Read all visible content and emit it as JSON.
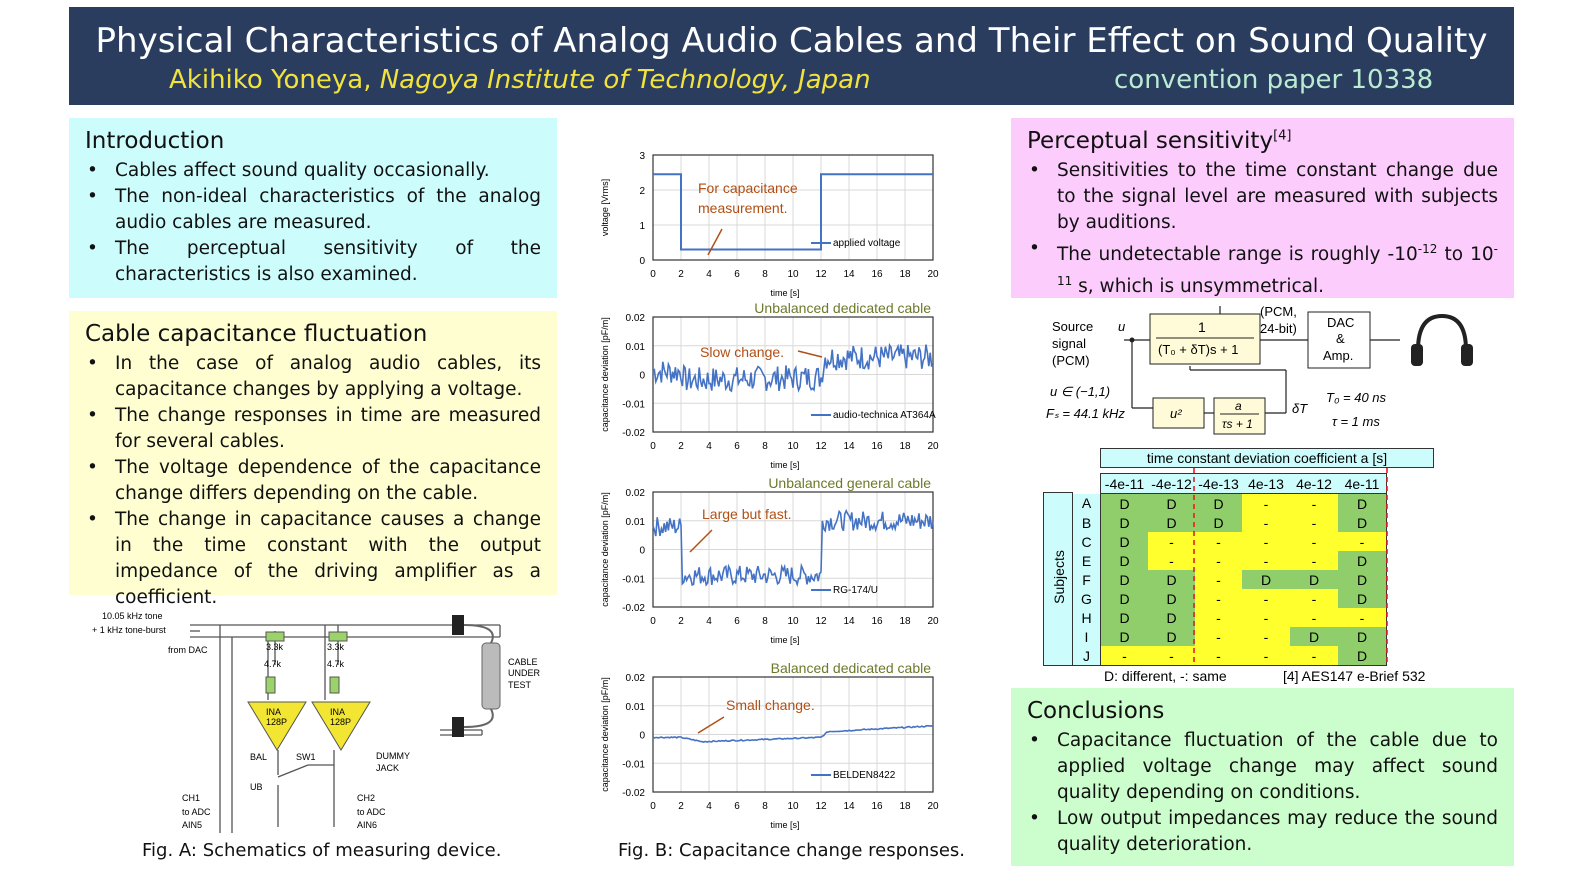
{
  "header": {
    "title": "Physical Characteristics of Analog Audio Cables and Their Effect on Sound Quality",
    "author_name": "Akihiko Yoneya, ",
    "affiliation": "Nagoya Institute of Technology, Japan",
    "paper_number": "convention paper 10338"
  },
  "intro": {
    "heading": "Introduction",
    "bullets": [
      "Cables affect sound quality occasionally.",
      "The non-ideal characteristics of the analog audio cables are measured.",
      "The perceptual sensitivity of the characteristics is also examined."
    ]
  },
  "capacitance": {
    "heading": "Cable capacitance fluctuation",
    "bullets": [
      "In the case of analog audio cables, its capacitance changes by applying a voltage.",
      "The change responses in time are measured for several cables.",
      "The voltage dependence of the capacitance change differs depending on the cable.",
      "The change in capacitance causes a change in the time constant with the output impedance of the driving amplifier as a coefficient."
    ]
  },
  "perceptual": {
    "heading": "Perceptual sensitivity",
    "heading_ref": "[4]",
    "bullet1": "Sensitivities to the time constant change due to the signal level are measured with subjects by auditions.",
    "bullet2_prefix": "The undetectable range is roughly -10",
    "bullet2_exp1": "-12",
    "bullet2_mid": " to 10",
    "bullet2_exp2": "-11",
    "bullet2_suffix": " s, which is unsymmetrical."
  },
  "conclusions": {
    "heading": "Conclusions",
    "bullets": [
      "Capacitance fluctuation of the cable due to applied voltage change may affect sound quality depending on conditions.",
      "Low output impedances may reduce the sound quality deterioration."
    ]
  },
  "fig_a": {
    "caption": "Fig. A:  Schematics of measuring device.",
    "tone_line1": "10.05 kHz tone",
    "tone_line2": "+ 1 kHz tone-burst",
    "from_dac": "from DAC",
    "r1": "3.3k",
    "r2": "4.7k",
    "amp": "INA",
    "amp2": "128P",
    "bal": "BAL",
    "sw1": "SW1",
    "ub": "UB",
    "ch1_1": "CH1",
    "ch1_2": "to ADC",
    "ch1_3": "AIN5",
    "ch2_1": "CH2",
    "ch2_2": "to ADC",
    "ch2_3": "AIN6",
    "cut_1": "CABLE",
    "cut_2": "UNDER",
    "cut_3": "TEST",
    "dummy_1": "DUMMY",
    "dummy_2": "JACK"
  },
  "fig_b": {
    "caption": "Fig. B:  Capacitance change responses."
  },
  "chart_data": [
    {
      "type": "line",
      "title": "",
      "xlabel": "time [s]",
      "ylabel": "voltage [Vrms]",
      "xlim": [
        0,
        20
      ],
      "ylim": [
        0,
        3
      ],
      "xticks": [
        "0",
        "2",
        "4",
        "6",
        "8",
        "10",
        "12",
        "14",
        "16",
        "18",
        "20"
      ],
      "yticks": [
        "0",
        "1",
        "2",
        "3"
      ],
      "series": [
        {
          "name": "applied voltage",
          "x": [
            0,
            2,
            2,
            12,
            12,
            20
          ],
          "y": [
            2.45,
            2.45,
            0.3,
            0.3,
            2.45,
            2.45
          ]
        }
      ],
      "annotation": "For capacitance\nmeasurement.",
      "color": "#4472c4"
    },
    {
      "type": "line",
      "title": "Unbalanced dedicated cable",
      "xlabel": "time [s]",
      "ylabel": "capacitance deviation [pF/m]",
      "xlim": [
        0,
        20
      ],
      "ylim": [
        -0.02,
        0.02
      ],
      "xticks": [
        "0",
        "2",
        "4",
        "6",
        "8",
        "10",
        "12",
        "14",
        "16",
        "18",
        "20"
      ],
      "yticks": [
        "0.02",
        "0.01",
        "0",
        "-0.01",
        "-0.02"
      ],
      "series": [
        {
          "name": "audio-technica AT364A",
          "x": [
            0,
            2,
            2.3,
            12,
            12.3,
            20
          ],
          "y": [
            0.001,
            0.001,
            -0.002,
            -0.001,
            0.006,
            0.006
          ]
        }
      ],
      "annotation": "Slow change.",
      "color": "#4472c4"
    },
    {
      "type": "line",
      "title": "Unbalanced general cable",
      "xlabel": "time [s]",
      "ylabel": "capacitance deviation [pF/m]",
      "xlim": [
        0,
        20
      ],
      "ylim": [
        -0.02,
        0.02
      ],
      "xticks": [
        "0",
        "2",
        "4",
        "6",
        "8",
        "10",
        "12",
        "14",
        "16",
        "18",
        "20"
      ],
      "yticks": [
        "0.02",
        "0.01",
        "0",
        "-0.01",
        "-0.02"
      ],
      "series": [
        {
          "name": "RG-174/U",
          "x": [
            0,
            2,
            2.1,
            12,
            12.1,
            20
          ],
          "y": [
            0.008,
            0.008,
            -0.009,
            -0.009,
            0.01,
            0.01
          ]
        }
      ],
      "annotation": "Large but fast.",
      "color": "#4472c4"
    },
    {
      "type": "line",
      "title": "Balanced dedicated cable",
      "xlabel": "time [s]",
      "ylabel": "capacitance deviation [pF/m]",
      "xlim": [
        0,
        20
      ],
      "ylim": [
        -0.02,
        0.02
      ],
      "xticks": [
        "0",
        "2",
        "4",
        "6",
        "8",
        "10",
        "12",
        "14",
        "16",
        "18",
        "20"
      ],
      "yticks": [
        "0.02",
        "0.01",
        "0",
        "-0.01",
        "-0.02"
      ],
      "series": [
        {
          "name": "BELDEN8422",
          "x": [
            0,
            2,
            3.5,
            12,
            12.5,
            20
          ],
          "y": [
            -0.001,
            -0.001,
            -0.0025,
            -0.001,
            0.001,
            0.003
          ]
        }
      ],
      "annotation": "Small change.",
      "color": "#4472c4"
    },
    {
      "type": "table",
      "title": "time constant deviation coefficient a [s]",
      "ylabel": "Subjects",
      "columns": [
        "-4e-11",
        "-4e-12",
        "-4e-13",
        "4e-13",
        "4e-12",
        "4e-11"
      ],
      "rows": [
        {
          "subject": "A",
          "values": [
            "D",
            "D",
            "D",
            "-",
            "-",
            "D"
          ]
        },
        {
          "subject": "B",
          "values": [
            "D",
            "D",
            "D",
            "-",
            "-",
            "D"
          ]
        },
        {
          "subject": "C",
          "values": [
            "D",
            "-",
            "-",
            "-",
            "-",
            "-"
          ]
        },
        {
          "subject": "E",
          "values": [
            "D",
            "-",
            "-",
            "-",
            "-",
            "D"
          ]
        },
        {
          "subject": "F",
          "values": [
            "D",
            "D",
            "-",
            "D",
            "D",
            "D"
          ]
        },
        {
          "subject": "G",
          "values": [
            "D",
            "D",
            "-",
            "-",
            "-",
            "D"
          ]
        },
        {
          "subject": "H",
          "values": [
            "D",
            "D",
            "-",
            "-",
            "-",
            "-"
          ]
        },
        {
          "subject": "I",
          "values": [
            "D",
            "D",
            "-",
            "-",
            "D",
            "D"
          ]
        },
        {
          "subject": "J",
          "values": [
            "-",
            "-",
            "-",
            "-",
            "-",
            "D"
          ]
        }
      ],
      "legend": "D: different,   -: same",
      "reference": "[4] AES147 e-Brief 532",
      "colors": {
        "different": "#8fce6a",
        "same": "#ffff2e"
      }
    }
  ],
  "block_diagram": {
    "source1": "Source",
    "source2": "signal",
    "source3": "(PCM)",
    "u": "u",
    "tf_num": "1",
    "tf_den": "(T₀ + δT)s + 1",
    "pcm1": "(PCM,",
    "pcm2": "24-bit)",
    "dac1": "DAC",
    "dac2": "&",
    "dac3": "Amp.",
    "u_range": "u ∈ (−1,1)",
    "fs": "Fₛ = 44.1 kHz",
    "u2": "u²",
    "lp_num": "a",
    "lp_den": "τs + 1",
    "dt": "δT",
    "t0": "T₀ = 40 ns",
    "tau": "τ = 1 ms"
  }
}
